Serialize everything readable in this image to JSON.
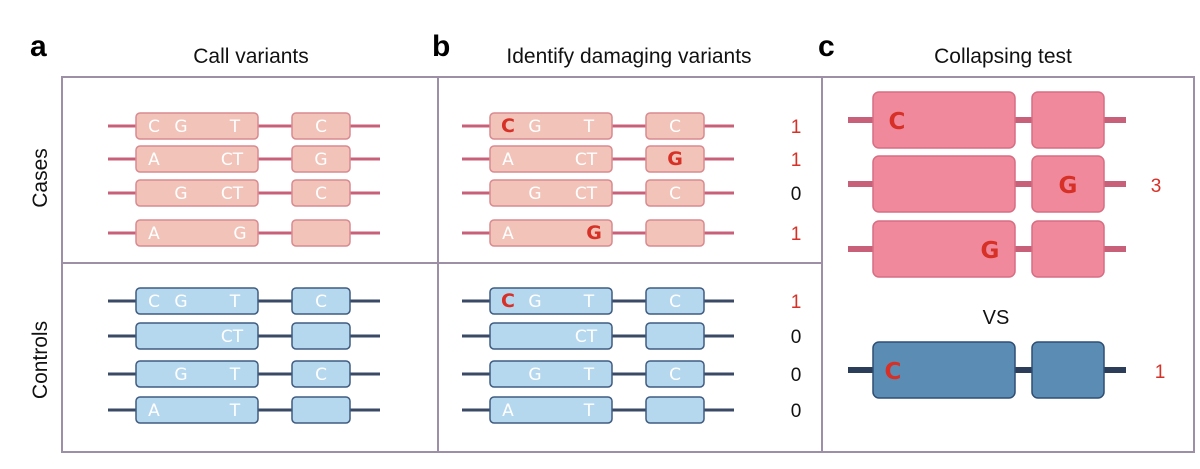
{
  "panels": [
    {
      "letter": "a",
      "title": "Call variants"
    },
    {
      "letter": "b",
      "title": "Identify damaging variants"
    },
    {
      "letter": "c",
      "title": "Collapsing test"
    }
  ],
  "groups": {
    "cases": "Cases",
    "controls": "Controls"
  },
  "colors": {
    "case_fill": "#f2c3b8",
    "case_stroke": "#d98a90",
    "case_line": "#c9607a",
    "control_fill": "#b6d8ef",
    "control_stroke": "#3f5b80",
    "control_line": "#3a4a66",
    "damaging": "#d63027",
    "frame": "#9c8fa6",
    "c_case_fill": "#f0899c",
    "c_case_stroke": "#d76e84",
    "c_ctrl_fill": "#5b8db4",
    "c_ctrl_stroke": "#2e4f73",
    "c_ctrl_line": "#2b3d58"
  },
  "panel_a": {
    "cases": [
      [
        "C",
        "G",
        "T",
        "C"
      ],
      [
        "A",
        "CT",
        "G"
      ],
      [
        "G",
        "CT",
        "C"
      ],
      [
        "A",
        "G"
      ]
    ],
    "controls": [
      [
        "C",
        "G",
        "T",
        "C"
      ],
      [
        "CT"
      ],
      [
        "G",
        "T",
        "C"
      ],
      [
        "A",
        "T"
      ]
    ]
  },
  "panel_b": {
    "cases": [
      {
        "letters": [
          "C",
          "G",
          "T",
          "C"
        ],
        "damaging": "C",
        "count": "1"
      },
      {
        "letters": [
          "A",
          "CT",
          "G"
        ],
        "damaging": "G",
        "count": "1"
      },
      {
        "letters": [
          "G",
          "CT",
          "C"
        ],
        "damaging": "",
        "count": "0"
      },
      {
        "letters": [
          "A",
          "G"
        ],
        "damaging": "G",
        "count": "1"
      }
    ],
    "controls": [
      {
        "letters": [
          "C",
          "G",
          "T",
          "C"
        ],
        "damaging": "C",
        "count": "1"
      },
      {
        "letters": [
          "CT"
        ],
        "damaging": "",
        "count": "0"
      },
      {
        "letters": [
          "G",
          "T",
          "C"
        ],
        "damaging": "",
        "count": "0"
      },
      {
        "letters": [
          "A",
          "T"
        ],
        "damaging": "",
        "count": "0"
      }
    ]
  },
  "panel_c": {
    "cases": [
      "C",
      "G",
      "G"
    ],
    "case_total": "3",
    "vs": "VS",
    "controls": [
      "C"
    ],
    "control_total": "1"
  }
}
